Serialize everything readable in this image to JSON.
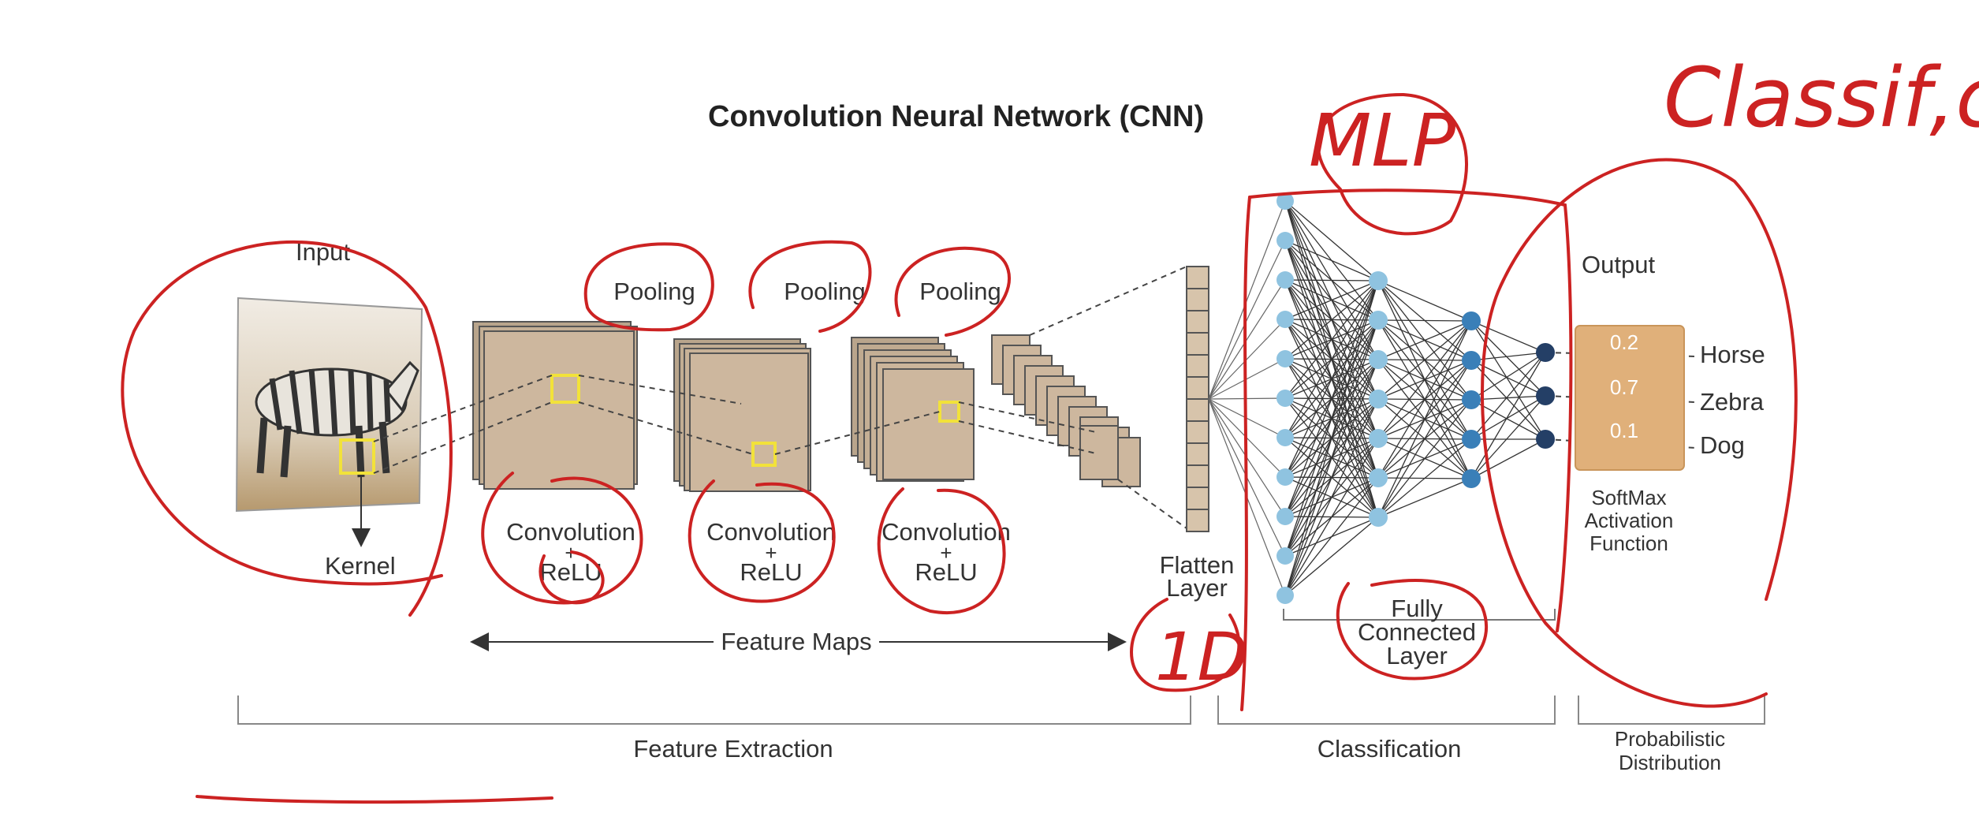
{
  "title": "Convolution  Neural  Network (CNN)",
  "labels": {
    "input": "Input",
    "kernel": "Kernel",
    "pooling": [
      "Pooling",
      "Pooling",
      "Pooling"
    ],
    "conv_relu": [
      {
        "line1": "Convolution",
        "line2": "+",
        "line3": "ReLU"
      },
      {
        "line1": "Convolution",
        "line2": "+",
        "line3": "ReLU"
      },
      {
        "line1": "Convolution",
        "line2": "+",
        "line3": "ReLU"
      }
    ],
    "feature_maps": "Feature  Maps",
    "flatten": {
      "line1": "Flatten",
      "line2": "Layer"
    },
    "fully_connected": {
      "line1": "Fully",
      "line2": "Connected",
      "line3": "Layer"
    },
    "output": "Output",
    "softmax": {
      "line1": "SoftMax",
      "line2": "Activation",
      "line3": "Function"
    },
    "feature_extraction": "Feature Extraction",
    "classification": "Classification",
    "probabilistic": {
      "line1": "Probabilistic",
      "line2": "Distribution"
    }
  },
  "outputs": [
    {
      "prob": "0.2",
      "class": "Horse"
    },
    {
      "prob": "0.7",
      "class": "Zebra"
    },
    {
      "prob": "0.1",
      "class": "Dog"
    }
  ],
  "annotations": {
    "mlp": "MLP",
    "one_d": "1D",
    "classification_note": "Classif,cat"
  },
  "colors": {
    "feature_map": "#cdb79e",
    "kernel_box": "#f2e23a",
    "node_light": "#8fc3e0",
    "node_mid": "#3a7fb8",
    "node_dark": "#243f66",
    "output_box": "#e0b07a",
    "annotation": "#cc2222"
  }
}
